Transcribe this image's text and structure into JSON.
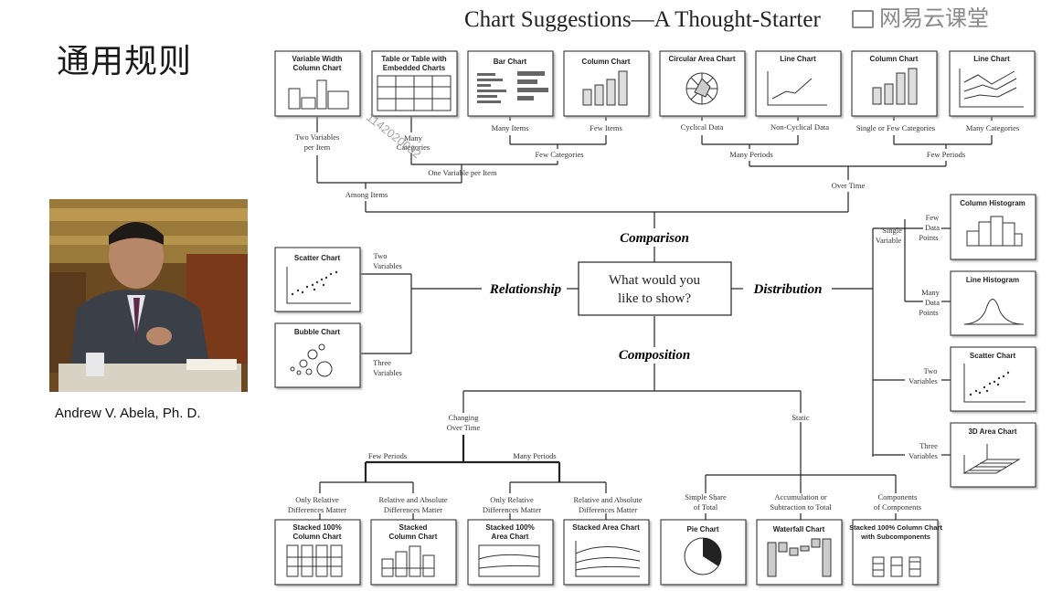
{
  "slide_title": "通用规则",
  "author": {
    "name": "Andrew V. Abela, Ph. D."
  },
  "watermark": "网易云课堂",
  "diagram": {
    "title": "Chart Suggestions—A Thought-Starter",
    "center_question": [
      "What would you",
      "like to show?"
    ],
    "branches": {
      "comparison": "Comparison",
      "relationship": "Relationship",
      "distribution": "Distribution",
      "composition": "Composition"
    },
    "top_charts": [
      {
        "name": [
          "Variable Width",
          "Column Chart"
        ]
      },
      {
        "name": [
          "Table or Table with",
          "Embedded Charts"
        ]
      },
      {
        "name": [
          "Bar Chart"
        ]
      },
      {
        "name": [
          "Column Chart"
        ]
      },
      {
        "name": [
          "Circular Area Chart"
        ]
      },
      {
        "name": [
          "Line Chart"
        ]
      },
      {
        "name": [
          "Column Chart"
        ]
      },
      {
        "name": [
          "Line Chart"
        ]
      }
    ],
    "comparison_labels": {
      "two_variables_per_item": [
        "Two Variables",
        "per Item"
      ],
      "many_categories_left": [
        "Many",
        "Categories"
      ],
      "many_items": "Many Items",
      "few_items": "Few Items",
      "cyclical_data": "Cyclical Data",
      "non_cyclical_data": "Non-Cyclical Data",
      "single_or_few_categories": "Single or Few Categories",
      "many_categories_right": "Many Categories",
      "few_categories": "Few Categories",
      "one_variable_per_item": "One Variable per Item",
      "many_periods": "Many Periods",
      "few_periods": "Few Periods",
      "among_items": "Among Items",
      "over_time": "Over Time"
    },
    "relationship": {
      "charts": [
        {
          "name": "Scatter Chart"
        },
        {
          "name": "Bubble Chart"
        }
      ],
      "two_variables": [
        "Two",
        "Variables"
      ],
      "three_variables": [
        "Three",
        "Variables"
      ]
    },
    "distribution": {
      "charts": [
        {
          "name": "Column Histogram"
        },
        {
          "name": "Line Histogram"
        },
        {
          "name": "Scatter Chart"
        },
        {
          "name": "3D Area Chart"
        }
      ],
      "single_variable": [
        "Single",
        "Variable"
      ],
      "few_data_points": [
        "Few",
        "Data",
        "Points"
      ],
      "many_data_points": [
        "Many",
        "Data",
        "Points"
      ],
      "two_variables": [
        "Two",
        "Variables"
      ],
      "three_variables": [
        "Three",
        "Variables"
      ]
    },
    "composition": {
      "changing_over_time": [
        "Changing",
        "Over Time"
      ],
      "static": "Static",
      "few_periods": "Few Periods",
      "many_periods": "Many Periods",
      "conditions": [
        [
          "Only Relative",
          "Differences Matter"
        ],
        [
          "Relative and Absolute",
          "Differences Matter"
        ],
        [
          "Only Relative",
          "Differences Matter"
        ],
        [
          "Relative and Absolute",
          "Differences Matter"
        ],
        [
          "Simple Share",
          "of Total"
        ],
        [
          "Accumulation or",
          "Subtraction to Total"
        ],
        [
          "Components",
          "of Components"
        ]
      ],
      "charts": [
        {
          "name": [
            "Stacked 100%",
            "Column Chart"
          ]
        },
        {
          "name": [
            "Stacked",
            "Column Chart"
          ]
        },
        {
          "name": [
            "Stacked 100%",
            "Area Chart"
          ]
        },
        {
          "name": [
            "Stacked Area Chart"
          ]
        },
        {
          "name": [
            "Pie Chart"
          ]
        },
        {
          "name": [
            "Waterfall Chart"
          ]
        },
        {
          "name": [
            "Stacked 100% Column Chart",
            "with Subcomponents"
          ]
        }
      ]
    },
    "overlay_text": "1142020032"
  }
}
